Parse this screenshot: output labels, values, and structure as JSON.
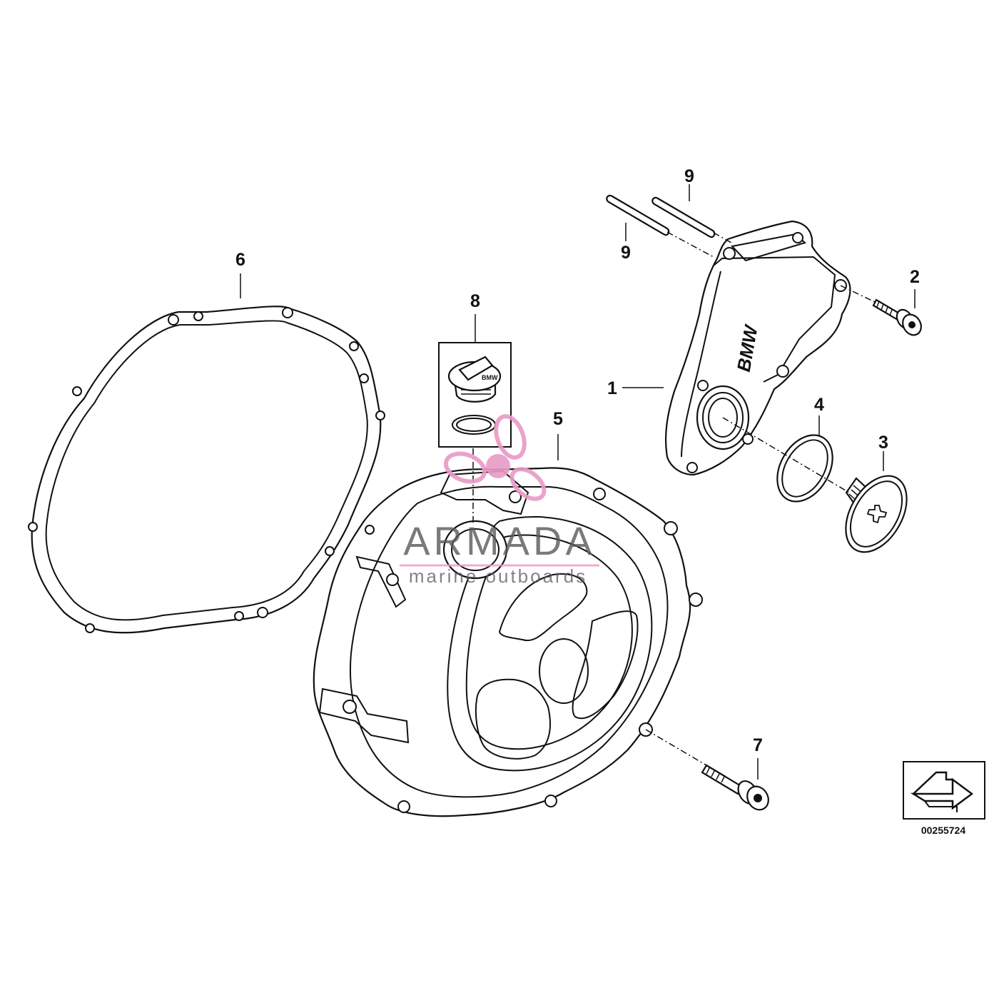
{
  "callouts": {
    "c1": "1",
    "c2": "2",
    "c3": "3",
    "c4": "4",
    "c5": "5",
    "c6": "6",
    "c7": "7",
    "c8": "8",
    "c9a": "9",
    "c9b": "9"
  },
  "part_number": "00255724",
  "watermark": {
    "brand": "ARMADA",
    "tagline": "marine outboards",
    "accent_color": "#e89ac6",
    "text_color": "#5a5a5a"
  },
  "cover_logo": "BMW",
  "cap_logo": "BMW"
}
